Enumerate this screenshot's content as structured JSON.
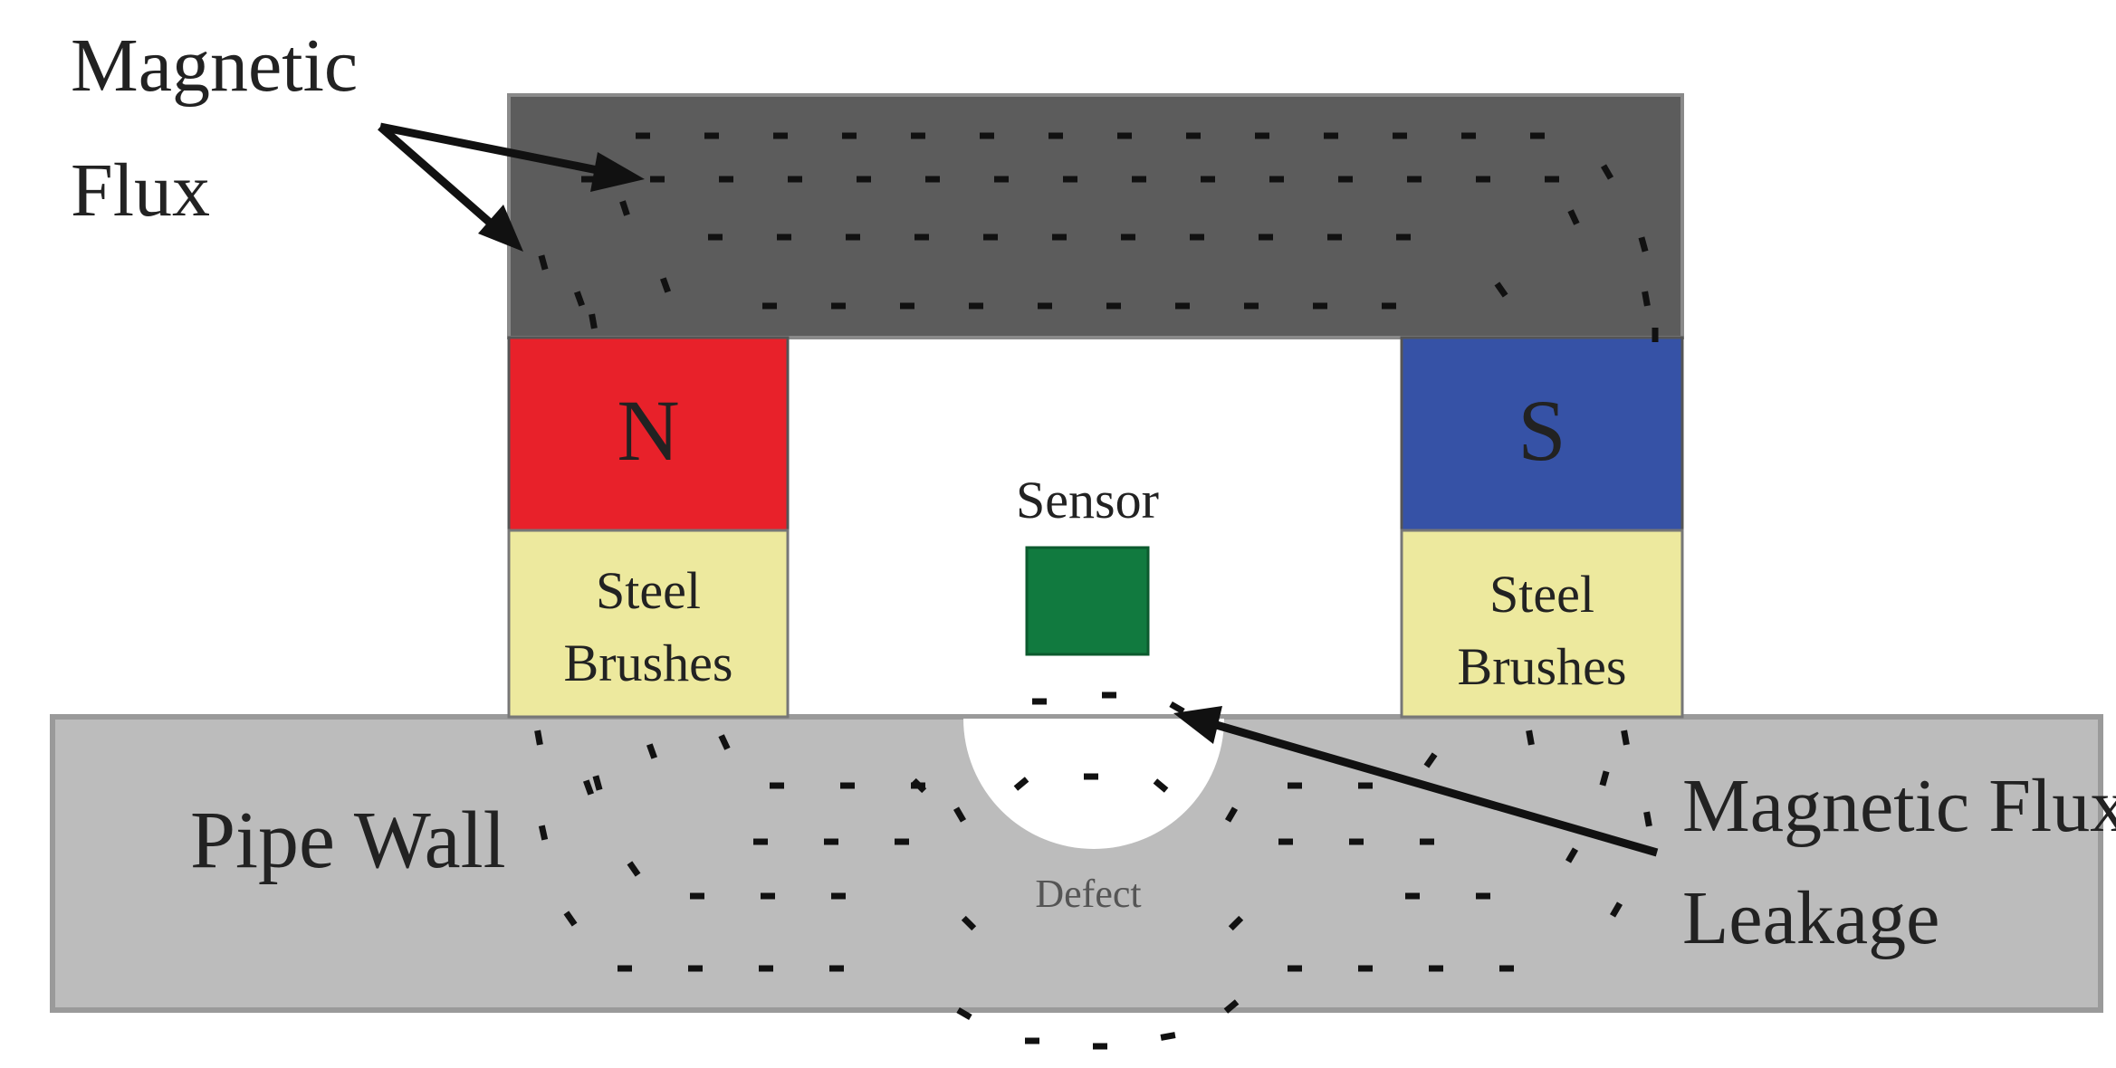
{
  "labels": {
    "magnetic_flux_line1": "Magnetic",
    "magnetic_flux_line2": "Flux",
    "north_pole": "N",
    "south_pole": "S",
    "sensor": "Sensor",
    "steel_brushes_left_line1": "Steel",
    "steel_brushes_left_line2": "Brushes",
    "steel_brushes_right_line1": "Steel",
    "steel_brushes_right_line2": "Brushes",
    "pipe_wall": "Pipe Wall",
    "defect": "Defect",
    "leakage_line1": "Magnetic Flux",
    "leakage_line2": "Leakage"
  },
  "colors": {
    "yoke": "#5c5c5c",
    "north": "#e8212a",
    "south": "#3652a6",
    "brushes": "#ede99e",
    "sensor": "#117a3f",
    "pipe": "#bcbcbc",
    "pipe_edge": "#9a9a9a",
    "text": "#222222",
    "dash": "#111111"
  }
}
